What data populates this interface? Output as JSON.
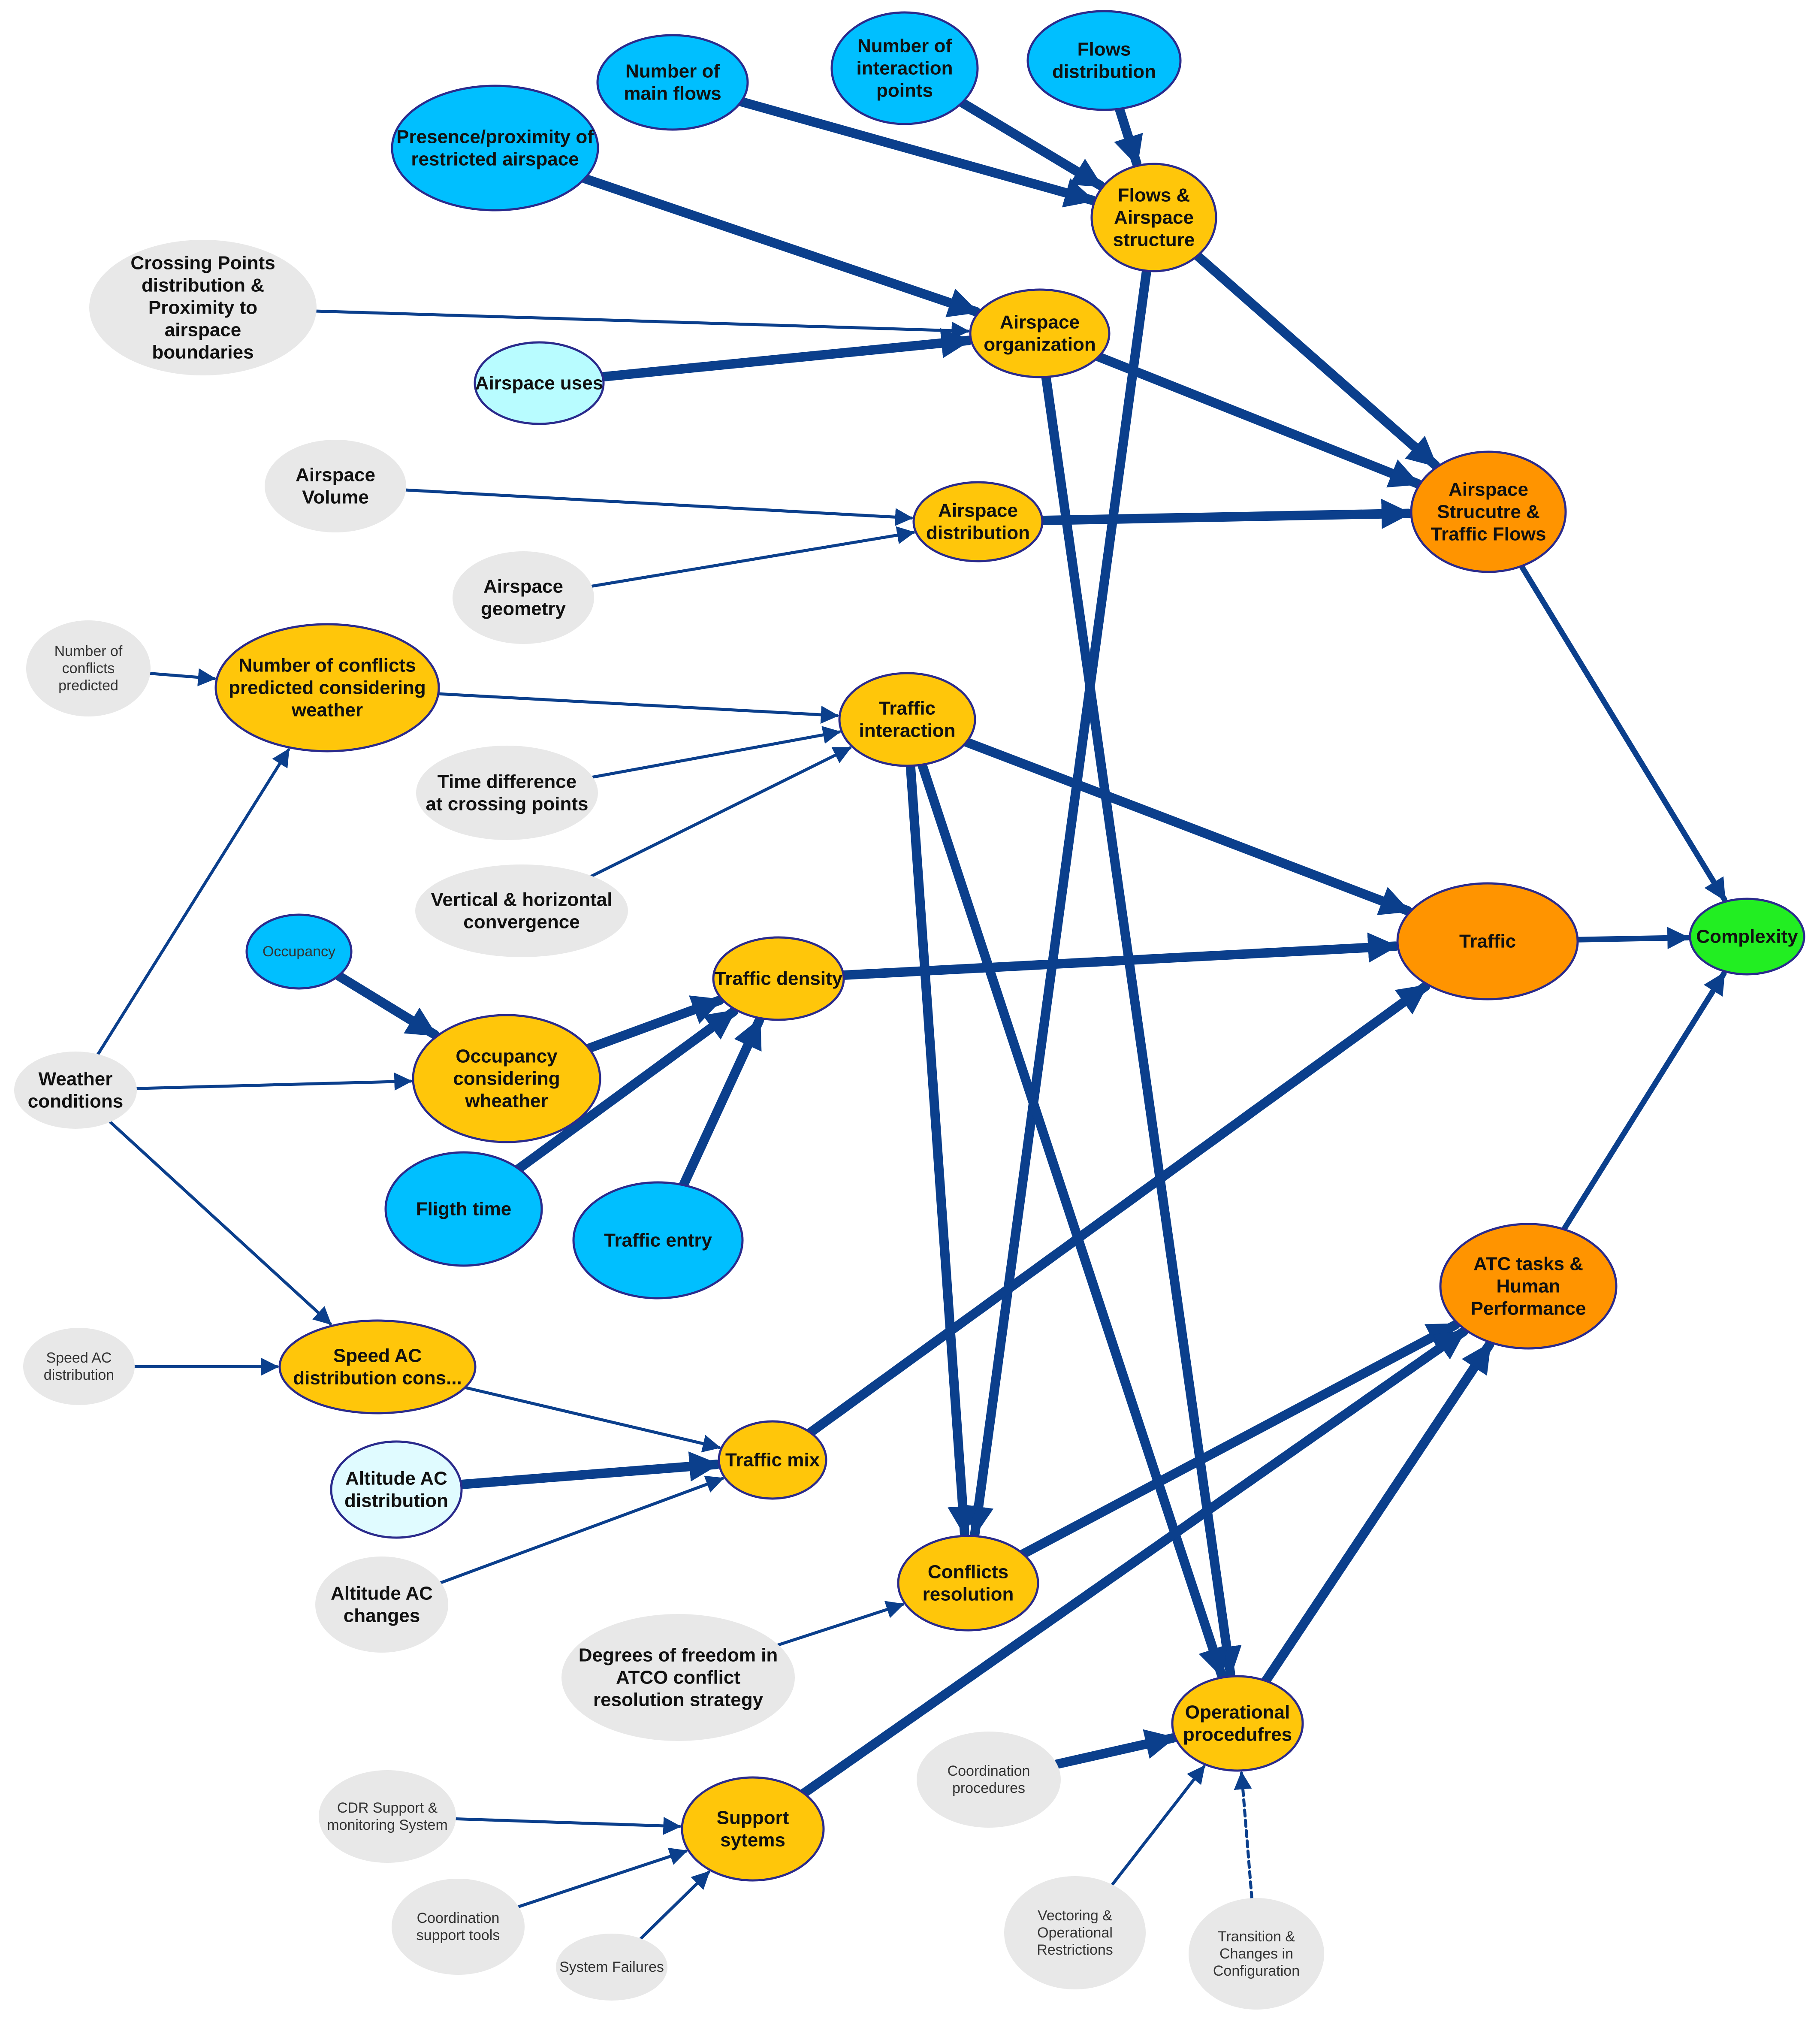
{
  "colors": {
    "edge": "#0b3f8c",
    "node_stroke": "#2a2a8c",
    "leaf_fill": "#e8e8e8",
    "blue": "#00bfff",
    "light_cyan": "#b8fcff",
    "pale_cyan": "#e0fbff",
    "yellow": "#ffc60a",
    "orange": "#ff9400",
    "green": "#22ee22"
  },
  "nodes": [
    {
      "id": "num_main_flows",
      "lines": [
        "Number of",
        "main flows"
      ],
      "style": "blue"
    },
    {
      "id": "num_interaction_points",
      "lines": [
        "Number of",
        "interaction",
        "points"
      ],
      "style": "blue"
    },
    {
      "id": "flows_distribution",
      "lines": [
        "Flows",
        "distribution"
      ],
      "style": "blue"
    },
    {
      "id": "presence_restricted",
      "lines": [
        "Presence/proximity of",
        "restricted airspace"
      ],
      "style": "blue"
    },
    {
      "id": "flows_airspace_structure",
      "lines": [
        "Flows &",
        "Airspace",
        "structure"
      ],
      "style": "yellow"
    },
    {
      "id": "crossing_points",
      "lines": [
        "Crossing Points",
        "distribution &",
        "Proximity to",
        "airspace",
        "boundaries"
      ],
      "style": "leaf"
    },
    {
      "id": "airspace_organization",
      "lines": [
        "Airspace",
        "organization"
      ],
      "style": "yellow"
    },
    {
      "id": "airspace_uses",
      "lines": [
        "Airspace uses"
      ],
      "style": "light_cyan"
    },
    {
      "id": "airspace_volume",
      "lines": [
        "Airspace",
        "Volume"
      ],
      "style": "leaf"
    },
    {
      "id": "airspace_distribution",
      "lines": [
        "Airspace",
        "distribution"
      ],
      "style": "yellow"
    },
    {
      "id": "airspace_structure_flows",
      "lines": [
        "Airspace",
        "Strucutre &",
        "Traffic Flows"
      ],
      "style": "orange"
    },
    {
      "id": "airspace_geometry",
      "lines": [
        "Airspace",
        "geometry"
      ],
      "style": "leaf"
    },
    {
      "id": "num_conflicts_predicted",
      "lines": [
        "Number of",
        "conflicts",
        "predicted"
      ],
      "style": "leaf_small"
    },
    {
      "id": "num_conflicts_weather",
      "lines": [
        "Number of conflicts",
        "predicted considering",
        "weather"
      ],
      "style": "yellow"
    },
    {
      "id": "traffic_interaction",
      "lines": [
        "Traffic",
        "interaction"
      ],
      "style": "yellow"
    },
    {
      "id": "time_difference",
      "lines": [
        "Time difference",
        "at crossing points"
      ],
      "style": "leaf"
    },
    {
      "id": "vertical_horizontal",
      "lines": [
        "Vertical & horizontal",
        "convergence"
      ],
      "style": "leaf"
    },
    {
      "id": "traffic",
      "lines": [
        "Traffic"
      ],
      "style": "orange"
    },
    {
      "id": "complexity",
      "lines": [
        "Complexity"
      ],
      "style": "green"
    },
    {
      "id": "occupancy",
      "lines": [
        "Occupancy"
      ],
      "style": "blue_small"
    },
    {
      "id": "traffic_density",
      "lines": [
        "Traffic density"
      ],
      "style": "yellow"
    },
    {
      "id": "weather_conditions",
      "lines": [
        "Weather",
        "conditions"
      ],
      "style": "leaf"
    },
    {
      "id": "occupancy_weather",
      "lines": [
        "Occupancy",
        "considering",
        "wheather"
      ],
      "style": "yellow"
    },
    {
      "id": "flight_time",
      "lines": [
        "Fligth time"
      ],
      "style": "blue"
    },
    {
      "id": "traffic_entry",
      "lines": [
        "Traffic entry"
      ],
      "style": "blue"
    },
    {
      "id": "atc_tasks",
      "lines": [
        "ATC tasks &",
        "Human",
        "Performance"
      ],
      "style": "orange"
    },
    {
      "id": "speed_ac_distribution",
      "lines": [
        "Speed AC",
        "distribution"
      ],
      "style": "leaf_small"
    },
    {
      "id": "speed_ac_cons",
      "lines": [
        "Speed AC",
        "distribution cons..."
      ],
      "style": "yellow"
    },
    {
      "id": "traffic_mix",
      "lines": [
        "Traffic mix"
      ],
      "style": "yellow"
    },
    {
      "id": "altitude_ac_distribution",
      "lines": [
        "Altitude AC",
        "distribution"
      ],
      "style": "pale_cyan"
    },
    {
      "id": "altitude_ac_changes",
      "lines": [
        "Altitude AC",
        "changes"
      ],
      "style": "leaf"
    },
    {
      "id": "conflicts_resolution",
      "lines": [
        "Conflicts",
        "resolution"
      ],
      "style": "yellow"
    },
    {
      "id": "degrees_freedom",
      "lines": [
        "Degrees of freedom in",
        "ATCO conflict",
        "resolution strategy"
      ],
      "style": "leaf"
    },
    {
      "id": "operational_procedures",
      "lines": [
        "Operational",
        "procedufres"
      ],
      "style": "yellow"
    },
    {
      "id": "coordination_procedures",
      "lines": [
        "Coordination",
        "procedures"
      ],
      "style": "leaf_small"
    },
    {
      "id": "cdr_support",
      "lines": [
        "CDR Support &",
        "monitoring System"
      ],
      "style": "leaf_small"
    },
    {
      "id": "support_systems",
      "lines": [
        "Support",
        "sytems"
      ],
      "style": "yellow"
    },
    {
      "id": "coordination_support",
      "lines": [
        "Coordination",
        "support tools"
      ],
      "style": "leaf_small"
    },
    {
      "id": "system_failures",
      "lines": [
        "System Failures"
      ],
      "style": "leaf_small"
    },
    {
      "id": "vectoring",
      "lines": [
        "Vectoring &",
        "Operational",
        "Restrictions"
      ],
      "style": "leaf_small"
    },
    {
      "id": "transition",
      "lines": [
        "Transition &",
        "Changes in",
        "Configuration"
      ],
      "style": "leaf_small"
    }
  ],
  "edges": [
    {
      "from": "num_main_flows",
      "to": "flows_airspace_structure",
      "strength": "strong"
    },
    {
      "from": "num_interaction_points",
      "to": "flows_airspace_structure",
      "strength": "strong"
    },
    {
      "from": "flows_distribution",
      "to": "flows_airspace_structure",
      "strength": "strong"
    },
    {
      "from": "presence_restricted",
      "to": "airspace_organization",
      "strength": "strong"
    },
    {
      "from": "crossing_points",
      "to": "airspace_organization",
      "strength": "weak"
    },
    {
      "from": "airspace_uses",
      "to": "airspace_organization",
      "strength": "strong"
    },
    {
      "from": "flows_airspace_structure",
      "to": "airspace_structure_flows",
      "strength": "strong"
    },
    {
      "from": "flows_airspace_structure",
      "to": "conflicts_resolution",
      "strength": "strong"
    },
    {
      "from": "airspace_organization",
      "to": "airspace_structure_flows",
      "strength": "strong"
    },
    {
      "from": "airspace_organization",
      "to": "operational_procedures",
      "strength": "strong"
    },
    {
      "from": "airspace_volume",
      "to": "airspace_distribution",
      "strength": "weak"
    },
    {
      "from": "airspace_geometry",
      "to": "airspace_distribution",
      "strength": "weak"
    },
    {
      "from": "airspace_distribution",
      "to": "airspace_structure_flows",
      "strength": "strong"
    },
    {
      "from": "airspace_structure_flows",
      "to": "complexity",
      "strength": "medium"
    },
    {
      "from": "num_conflicts_predicted",
      "to": "num_conflicts_weather",
      "strength": "weak"
    },
    {
      "from": "num_conflicts_weather",
      "to": "traffic_interaction",
      "strength": "weak"
    },
    {
      "from": "time_difference",
      "to": "traffic_interaction",
      "strength": "weak"
    },
    {
      "from": "vertical_horizontal",
      "to": "traffic_interaction",
      "strength": "weak"
    },
    {
      "from": "traffic_interaction",
      "to": "traffic",
      "strength": "strong"
    },
    {
      "from": "traffic_interaction",
      "to": "conflicts_resolution",
      "strength": "strong"
    },
    {
      "from": "traffic_interaction",
      "to": "operational_procedures",
      "strength": "strong"
    },
    {
      "from": "traffic",
      "to": "complexity",
      "strength": "medium"
    },
    {
      "from": "occupancy",
      "to": "occupancy_weather",
      "strength": "strong"
    },
    {
      "from": "occupancy_weather",
      "to": "traffic_density",
      "strength": "strong"
    },
    {
      "from": "flight_time",
      "to": "traffic_density",
      "strength": "strong"
    },
    {
      "from": "traffic_entry",
      "to": "traffic_density",
      "strength": "strong"
    },
    {
      "from": "traffic_density",
      "to": "traffic",
      "strength": "strong"
    },
    {
      "from": "weather_conditions",
      "to": "num_conflicts_weather",
      "strength": "weak"
    },
    {
      "from": "weather_conditions",
      "to": "occupancy_weather",
      "strength": "weak"
    },
    {
      "from": "weather_conditions",
      "to": "speed_ac_cons",
      "strength": "weak"
    },
    {
      "from": "speed_ac_distribution",
      "to": "speed_ac_cons",
      "strength": "weak"
    },
    {
      "from": "speed_ac_cons",
      "to": "traffic_mix",
      "strength": "weak"
    },
    {
      "from": "altitude_ac_distribution",
      "to": "traffic_mix",
      "strength": "strong"
    },
    {
      "from": "altitude_ac_changes",
      "to": "traffic_mix",
      "strength": "weak"
    },
    {
      "from": "traffic_mix",
      "to": "traffic",
      "strength": "strong"
    },
    {
      "from": "conflicts_resolution",
      "to": "atc_tasks",
      "strength": "strong"
    },
    {
      "from": "degrees_freedom",
      "to": "conflicts_resolution",
      "strength": "weak"
    },
    {
      "from": "operational_procedures",
      "to": "atc_tasks",
      "strength": "strong"
    },
    {
      "from": "coordination_procedures",
      "to": "operational_procedures",
      "strength": "strong"
    },
    {
      "from": "vectoring",
      "to": "operational_procedures",
      "strength": "weak"
    },
    {
      "from": "transition",
      "to": "operational_procedures",
      "strength": "dashed"
    },
    {
      "from": "support_systems",
      "to": "atc_tasks",
      "strength": "strong"
    },
    {
      "from": "cdr_support",
      "to": "support_systems",
      "strength": "weak"
    },
    {
      "from": "coordination_support",
      "to": "support_systems",
      "strength": "weak"
    },
    {
      "from": "system_failures",
      "to": "support_systems",
      "strength": "weak"
    },
    {
      "from": "atc_tasks",
      "to": "complexity",
      "strength": "medium"
    }
  ]
}
